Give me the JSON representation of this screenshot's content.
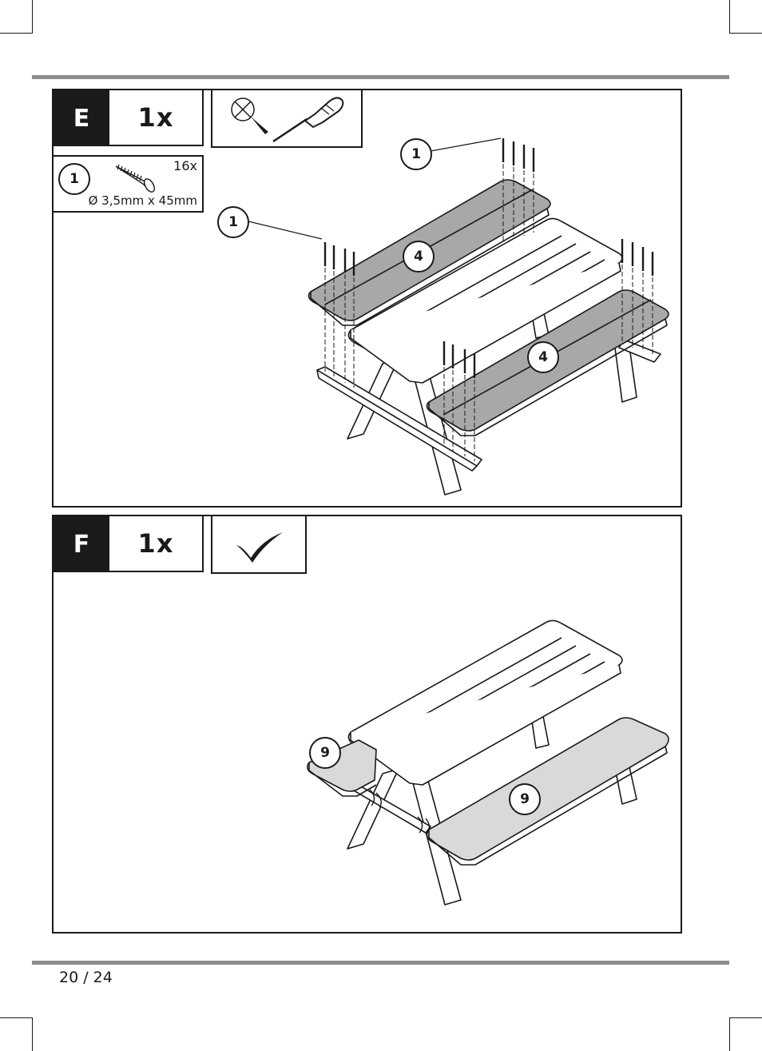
{
  "steps": [
    {
      "letter": "E",
      "quantity": "1x",
      "tools": [
        "screwdriver-icon",
        "cross-circle-icon"
      ],
      "parts_list": {
        "part_number": "1",
        "count": "16x",
        "spec": "Ø 3,5mm x 45mm",
        "icon": "screw-icon"
      },
      "callouts": [
        "1",
        "1",
        "4",
        "4"
      ]
    },
    {
      "letter": "F",
      "quantity": "1x",
      "tools": [
        "checkmark-icon"
      ],
      "callouts": [
        "9",
        "9"
      ]
    }
  ],
  "footer": {
    "page": "20 / 24"
  },
  "colors": {
    "ink": "#1a1a1a",
    "part_fill": "#a8a8a8",
    "cushion_fill": "#d9d9d9",
    "rule": "#8c8c8c"
  }
}
